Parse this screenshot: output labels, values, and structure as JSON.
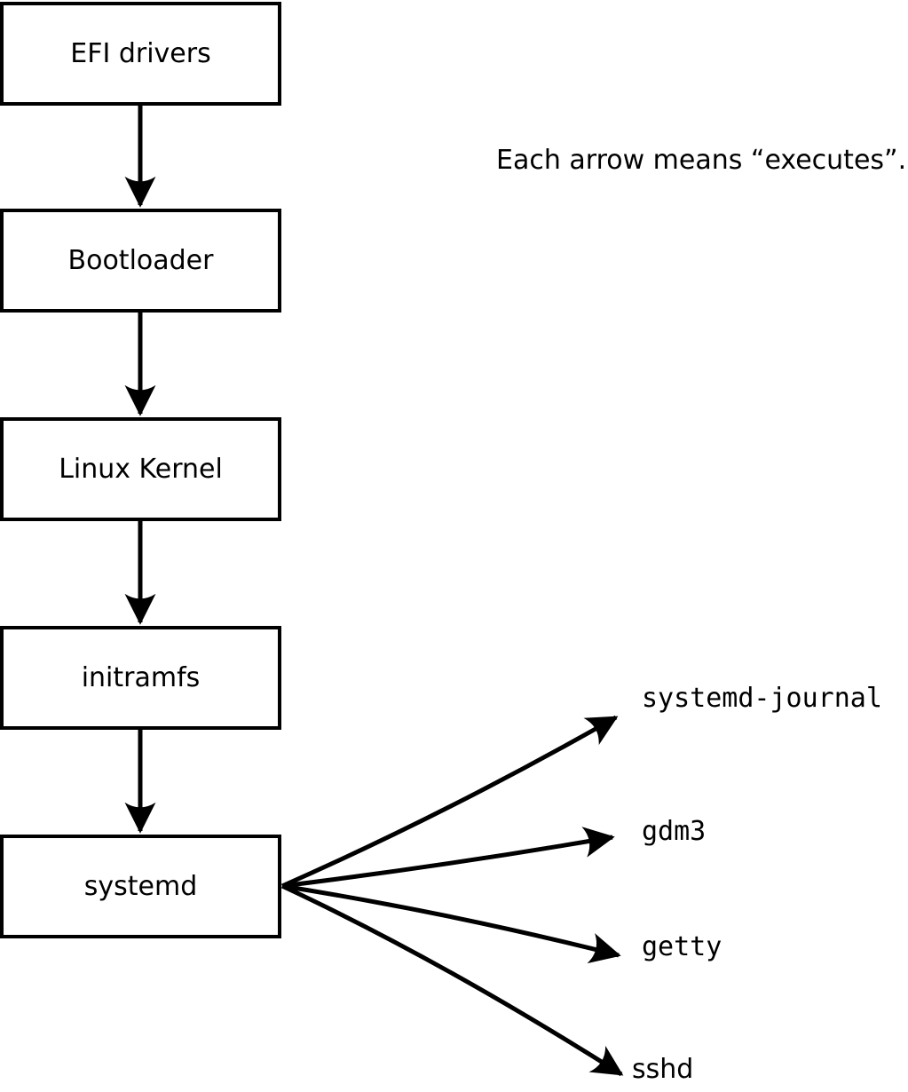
{
  "diagram": {
    "caption": "Each arrow means “executes”.",
    "boxes": [
      {
        "label": "EFI drivers"
      },
      {
        "label": "Bootloader"
      },
      {
        "label": "Linux Kernel"
      },
      {
        "label": "initramfs"
      },
      {
        "label": "systemd"
      }
    ],
    "targets": [
      {
        "label": "systemd-journal"
      },
      {
        "label": "gdm3"
      },
      {
        "label": "getty"
      },
      {
        "label": "sshd"
      }
    ],
    "edges": [
      {
        "from": "EFI drivers",
        "to": "Bootloader",
        "meaning": "executes"
      },
      {
        "from": "Bootloader",
        "to": "Linux Kernel",
        "meaning": "executes"
      },
      {
        "from": "Linux Kernel",
        "to": "initramfs",
        "meaning": "executes"
      },
      {
        "from": "initramfs",
        "to": "systemd",
        "meaning": "executes"
      },
      {
        "from": "systemd",
        "to": "systemd-journal",
        "meaning": "executes"
      },
      {
        "from": "systemd",
        "to": "gdm3",
        "meaning": "executes"
      },
      {
        "from": "systemd",
        "to": "getty",
        "meaning": "executes"
      },
      {
        "from": "systemd",
        "to": "sshd",
        "meaning": "executes"
      }
    ],
    "colors": {
      "line": "#000000",
      "text": "#000000",
      "box_fill": "#ffffff",
      "background": "#ffffff"
    }
  }
}
